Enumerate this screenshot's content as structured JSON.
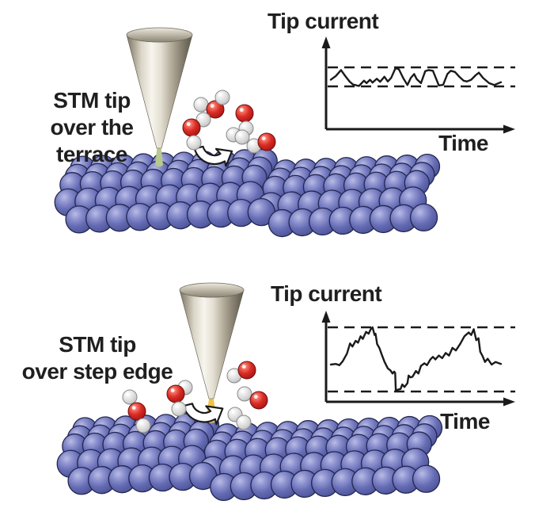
{
  "figure": {
    "background": "#ffffff",
    "panels": [
      {
        "name": "terrace",
        "label_lines": [
          "STM tip",
          "over the",
          "terrace"
        ],
        "graph_title": "Tip current",
        "x_axis_label": "Time"
      },
      {
        "name": "step-edge",
        "label_lines": [
          "STM tip",
          "over step edge",
          ""
        ],
        "graph_title": "Tip current",
        "x_axis_label": "Time"
      }
    ]
  },
  "colors": {
    "text": "#1f1f1f",
    "plot_line": "#1a1a1a",
    "atom_blue": "#666cb4",
    "atom_blue_light": "#b9bce4",
    "atom_blue_dark": "#474c8c",
    "atom_blue_outline": "#232851",
    "oxygen_red": "#d92b24",
    "oxygen_red_light": "#ffb3a6",
    "oxygen_red_dark": "#a31313",
    "oxygen_outline": "#6e0f0f",
    "hydrogen_white": "#e8e8e8",
    "hydrogen_dark": "#ababab",
    "hydrogen_outline": "#8a8a8a",
    "tip_apex_terrace": "#b7c98d",
    "tip_apex_step_edge": "#f2c445",
    "cone_metal_light": "#f7f5ee",
    "cone_metal_dark": "#5f5b50"
  },
  "chart_data": [
    {
      "type": "line",
      "title": "Tip current",
      "xlabel": "Time",
      "ylabel": "Tip current",
      "legend": "none",
      "axis_ticks": "none (schematic axes with arrowheads)",
      "band": {
        "lower": 0,
        "upper": 1,
        "style": "dashed threshold lines"
      },
      "description": "small-amplitude noise confined between two dashed lines (tip over terrace)",
      "points": [
        [
          0.0,
          0.35
        ],
        [
          0.03,
          0.55
        ],
        [
          0.06,
          0.86
        ],
        [
          0.085,
          0.54
        ],
        [
          0.11,
          0.26
        ],
        [
          0.13,
          0.1
        ],
        [
          0.165,
          0.02
        ],
        [
          0.195,
          0.3
        ],
        [
          0.21,
          0.17
        ],
        [
          0.23,
          0.35
        ],
        [
          0.245,
          0.2
        ],
        [
          0.27,
          0.4
        ],
        [
          0.29,
          0.24
        ],
        [
          0.315,
          0.51
        ],
        [
          0.335,
          0.26
        ],
        [
          0.355,
          0.45
        ],
        [
          0.38,
          0.96
        ],
        [
          0.4,
          0.9
        ],
        [
          0.425,
          0.44
        ],
        [
          0.45,
          0.07
        ],
        [
          0.47,
          0.44
        ],
        [
          0.49,
          0.65
        ],
        [
          0.505,
          0.38
        ],
        [
          0.53,
          0.17
        ],
        [
          0.555,
          0.8
        ],
        [
          0.575,
          0.86
        ],
        [
          0.6,
          0.82
        ],
        [
          0.62,
          0.38
        ],
        [
          0.635,
          0.05
        ],
        [
          0.66,
          0.08
        ],
        [
          0.685,
          0.65
        ],
        [
          0.705,
          0.82
        ],
        [
          0.73,
          0.76
        ],
        [
          0.755,
          0.51
        ],
        [
          0.78,
          0.3
        ],
        [
          0.8,
          0.26
        ],
        [
          0.825,
          0.35
        ],
        [
          0.85,
          0.58
        ],
        [
          0.87,
          0.72
        ],
        [
          0.895,
          0.44
        ],
        [
          0.93,
          0.17
        ],
        [
          0.96,
          0.07
        ],
        [
          1.0,
          0.22
        ]
      ]
    },
    {
      "type": "line",
      "title": "Tip current",
      "xlabel": "Time",
      "ylabel": "Tip current",
      "legend": "none",
      "axis_ticks": "none (schematic axes with arrowheads)",
      "band": {
        "lower": 0,
        "upper": 1,
        "style": "dashed threshold lines"
      },
      "description": "large two-peak fluctuation spanning the dashed lines (tip over step edge)",
      "points": [
        [
          0.0,
          0.42
        ],
        [
          0.03,
          0.43
        ],
        [
          0.05,
          0.41
        ],
        [
          0.07,
          0.47
        ],
        [
          0.095,
          0.59
        ],
        [
          0.113,
          0.75
        ],
        [
          0.127,
          0.7
        ],
        [
          0.146,
          0.79
        ],
        [
          0.16,
          0.76
        ],
        [
          0.175,
          0.86
        ],
        [
          0.188,
          0.82
        ],
        [
          0.207,
          0.93
        ],
        [
          0.222,
          0.9
        ],
        [
          0.235,
          0.97
        ],
        [
          0.245,
          1.0
        ],
        [
          0.257,
          0.88
        ],
        [
          0.263,
          0.9
        ],
        [
          0.272,
          0.74
        ],
        [
          0.285,
          0.68
        ],
        [
          0.3,
          0.57
        ],
        [
          0.316,
          0.46
        ],
        [
          0.335,
          0.36
        ],
        [
          0.35,
          0.33
        ],
        [
          0.363,
          0.28
        ],
        [
          0.372,
          0.31
        ],
        [
          0.378,
          0.29
        ],
        [
          0.382,
          0.02
        ],
        [
          0.41,
          0.04
        ],
        [
          0.42,
          0.11
        ],
        [
          0.433,
          0.07
        ],
        [
          0.45,
          0.13
        ],
        [
          0.457,
          0.25
        ],
        [
          0.468,
          0.22
        ],
        [
          0.48,
          0.23
        ],
        [
          0.5,
          0.32
        ],
        [
          0.515,
          0.28
        ],
        [
          0.53,
          0.4
        ],
        [
          0.55,
          0.44
        ],
        [
          0.565,
          0.41
        ],
        [
          0.585,
          0.5
        ],
        [
          0.6,
          0.54
        ],
        [
          0.615,
          0.5
        ],
        [
          0.635,
          0.56
        ],
        [
          0.655,
          0.52
        ],
        [
          0.675,
          0.6
        ],
        [
          0.695,
          0.56
        ],
        [
          0.715,
          0.68
        ],
        [
          0.735,
          0.64
        ],
        [
          0.76,
          0.74
        ],
        [
          0.785,
          0.86
        ],
        [
          0.81,
          0.92
        ],
        [
          0.825,
          0.88
        ],
        [
          0.84,
          0.97
        ],
        [
          0.855,
          0.8
        ],
        [
          0.868,
          0.83
        ],
        [
          0.878,
          0.62
        ],
        [
          0.892,
          0.55
        ],
        [
          0.906,
          0.46
        ],
        [
          0.922,
          0.51
        ],
        [
          0.945,
          0.42
        ],
        [
          0.968,
          0.46
        ],
        [
          1.0,
          0.43
        ]
      ]
    }
  ]
}
